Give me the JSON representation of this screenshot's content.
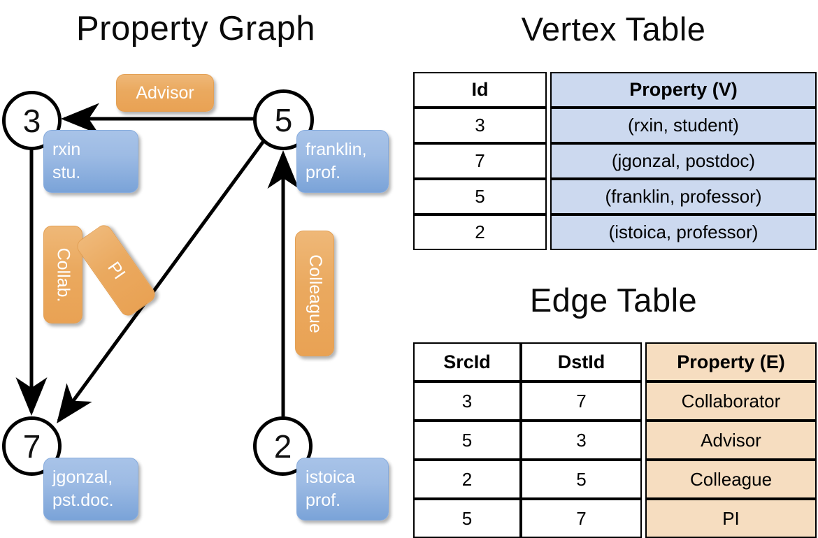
{
  "graph": {
    "title": "Property Graph",
    "nodes": [
      {
        "id": "3",
        "label": "3",
        "prop_lines": [
          "rxin",
          "stu."
        ]
      },
      {
        "id": "5",
        "label": "5",
        "prop_lines": [
          "franklin,",
          "prof."
        ]
      },
      {
        "id": "7",
        "label": "7",
        "prop_lines": [
          "jgonzal,",
          "pst.doc."
        ]
      },
      {
        "id": "2",
        "label": "2",
        "prop_lines": [
          "istoica",
          "prof."
        ]
      }
    ],
    "edge_labels": [
      {
        "name": "advisor",
        "text": "Advisor"
      },
      {
        "name": "collab",
        "text": "Collab."
      },
      {
        "name": "pi",
        "text": "PI"
      },
      {
        "name": "colleague",
        "text": "Colleague"
      }
    ]
  },
  "vertex_table": {
    "title": "Vertex Table",
    "headers": [
      "Id",
      "Property (V)"
    ],
    "rows": [
      {
        "id": "3",
        "property": "(rxin, student)"
      },
      {
        "id": "7",
        "property": "(jgonzal, postdoc)"
      },
      {
        "id": "5",
        "property": "(franklin, professor)"
      },
      {
        "id": "2",
        "property": "(istoica, professor)"
      }
    ]
  },
  "edge_table": {
    "title": "Edge Table",
    "headers": [
      "SrcId",
      "DstId",
      "Property (E)"
    ],
    "rows": [
      {
        "src": "3",
        "dst": "7",
        "property": "Collaborator"
      },
      {
        "src": "5",
        "dst": "3",
        "property": "Advisor"
      },
      {
        "src": "2",
        "dst": "5",
        "property": "Colleague"
      },
      {
        "src": "5",
        "dst": "7",
        "property": "PI"
      }
    ]
  },
  "colors": {
    "vertex_fill": "#ccd9ef",
    "edge_fill": "#f6ddc0",
    "vertex_box": "#7aa3d8",
    "edge_box": "#e9a254",
    "stroke": "#000000",
    "background": "#ffffff"
  }
}
